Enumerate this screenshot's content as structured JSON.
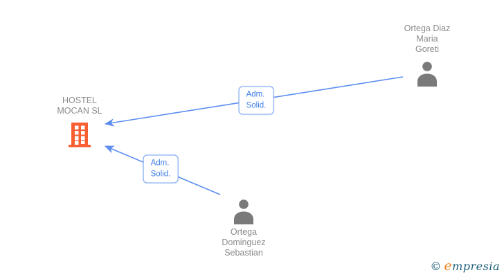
{
  "company": {
    "name_lines": [
      "HOSTEL",
      "MOCAN SL"
    ]
  },
  "persons": {
    "top": {
      "name_lines": [
        "Ortega Diaz",
        "Maria",
        "Goreti"
      ]
    },
    "bottom": {
      "name_lines": [
        "Ortega",
        "Dominguez",
        "Sebastian"
      ]
    }
  },
  "edges": {
    "top": {
      "label_lines": [
        "Adm.",
        "Solid."
      ]
    },
    "bottom": {
      "label_lines": [
        "Adm.",
        "Solid."
      ]
    }
  },
  "logo": {
    "copyright": "©",
    "brand_initial": "e",
    "brand_rest": "mpresia"
  },
  "colors": {
    "edge_line": "#5b8df0",
    "edge_label_text": "#3e7de8",
    "edge_label_border": "#79a5f2",
    "node_text": "#8b8b8b",
    "person_icon": "#7a7a7a",
    "building_icon": "#fa5f32",
    "logo_teal": "#1e607c",
    "logo_orange": "#f0821e"
  }
}
